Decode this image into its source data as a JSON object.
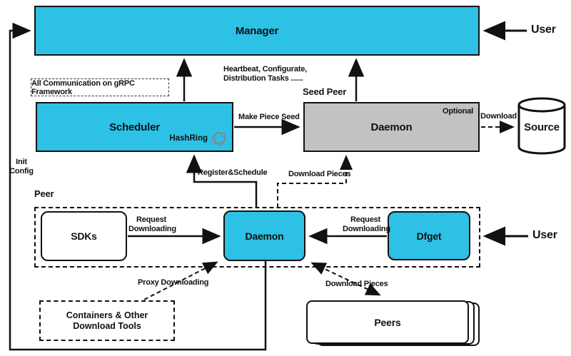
{
  "diagram": {
    "manager": {
      "label": "Manager"
    },
    "users": {
      "top": "User",
      "right": "User"
    },
    "notes": {
      "grpc": "All Communication on gRPC Framework"
    },
    "scheduler": {
      "label": "Scheduler",
      "hashring": "HashRing"
    },
    "seed_peer": {
      "group": "Seed Peer",
      "daemon": "Daemon",
      "optional": "Optional"
    },
    "source": {
      "label": "Source"
    },
    "peer": {
      "group": "Peer",
      "sdks": "SDKs",
      "daemon": "Daemon",
      "dfget": "Dfget"
    },
    "containers": {
      "line1": "Containers & Other",
      "line2": "Download Tools"
    },
    "peers": {
      "label": "Peers"
    },
    "edges": {
      "heartbeat_line1": "Heartbeat, Configurate,",
      "heartbeat_line2": "Distribution Tasks ......",
      "make_piece_seed": "Make Piece Seed",
      "register_schedule": "Register&Schedule",
      "download_pieces_upper": "Download Pieces",
      "download": "Download",
      "init_line1": "Init",
      "init_line2": "Config",
      "request_left_line1": "Request",
      "request_left_line2": "Downloading",
      "request_right_line1": "Request",
      "request_right_line2": "Downloading",
      "proxy_downloading": "Proxy Downloading",
      "download_pieces_lower": "Download Pieces"
    },
    "colors": {
      "accent": "#2DC1E6",
      "seed_fill": "#C2C2C2",
      "line": "#111111"
    }
  }
}
